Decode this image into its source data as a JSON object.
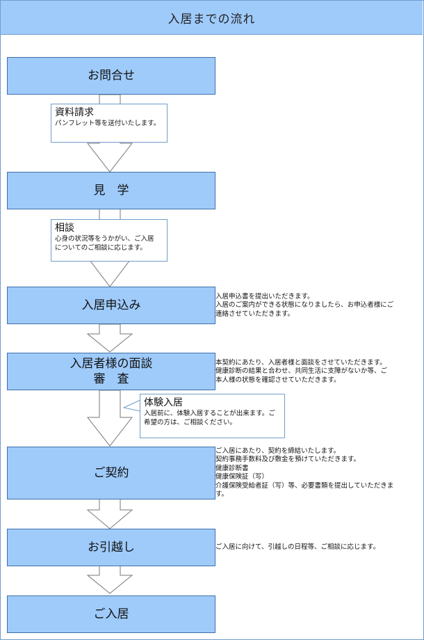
{
  "title": "入居までの流れ",
  "steps": [
    {
      "label": "お問合せ"
    },
    {
      "label": "見　学"
    },
    {
      "label": "入居申込み"
    },
    {
      "label": "入居者様の面談",
      "label2": "審　査"
    },
    {
      "label": "ご契約"
    },
    {
      "label": "お引越し"
    },
    {
      "label": "ご入居"
    }
  ],
  "notes": [
    {
      "title": "資料請求",
      "text": "パンフレット等を送付いたします。"
    },
    {
      "title": "相談",
      "text": "心身の状況等をうかがい、ご入居\nについてのご相談に応じます。"
    },
    {
      "title": "体験入居",
      "text": "入居前に、体験入居することが出来ます。ご\n希望の方は、ご相談ください。"
    }
  ],
  "descriptions": {
    "apply": "入居申込書を提出いただきます。\n入居のご案内ができる状態になりましたら、お申込者様にご\n連絡させていただきます。",
    "interview": "本契約にあたり、入居者様と面談をさせていただきます。\n健康診断の結果と合わせ、共同生活に支障がないか等、ご\n本人様の状態を確認させていただきます。",
    "contract": "ご入居にあたり、契約を締結いたします。\n契約事務手数料及び敷金を預けていただきます。\n健康診断書\n健康保険証（写）\n介護保険受給者証（写）等、必要書類を提出していただきま\nす。",
    "moving": "ご入居に向けて、引越しの日程等、ご相談に応じます。"
  },
  "colors": {
    "header_bg": "#9fcbfb",
    "box_bg": "#9fcbfb",
    "box_border": "#3c6fa8",
    "note_border": "#6f9cc9"
  }
}
